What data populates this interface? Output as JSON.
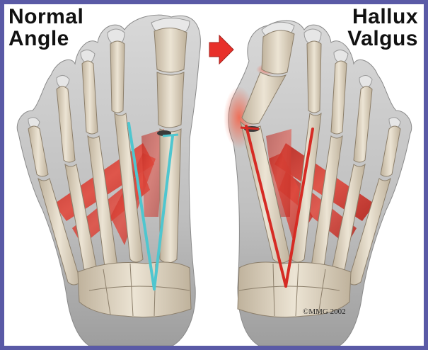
{
  "figure": {
    "left_title": {
      "line1": "Normal",
      "line2": "Angle"
    },
    "right_title": {
      "line1": "Hallux",
      "line2": "Valgus"
    },
    "copyright": "©MMG 2002"
  },
  "colors": {
    "border": "#5a5aa6",
    "background": "#ffffff",
    "bone": "#e6dccb",
    "muscle": "#d9352b",
    "normal_angle_line": "#4fc6cf",
    "valgus_angle_line": "#d62b24",
    "arrow": "#e8302a"
  },
  "icons": {
    "arrow": "right-arrow-icon"
  }
}
